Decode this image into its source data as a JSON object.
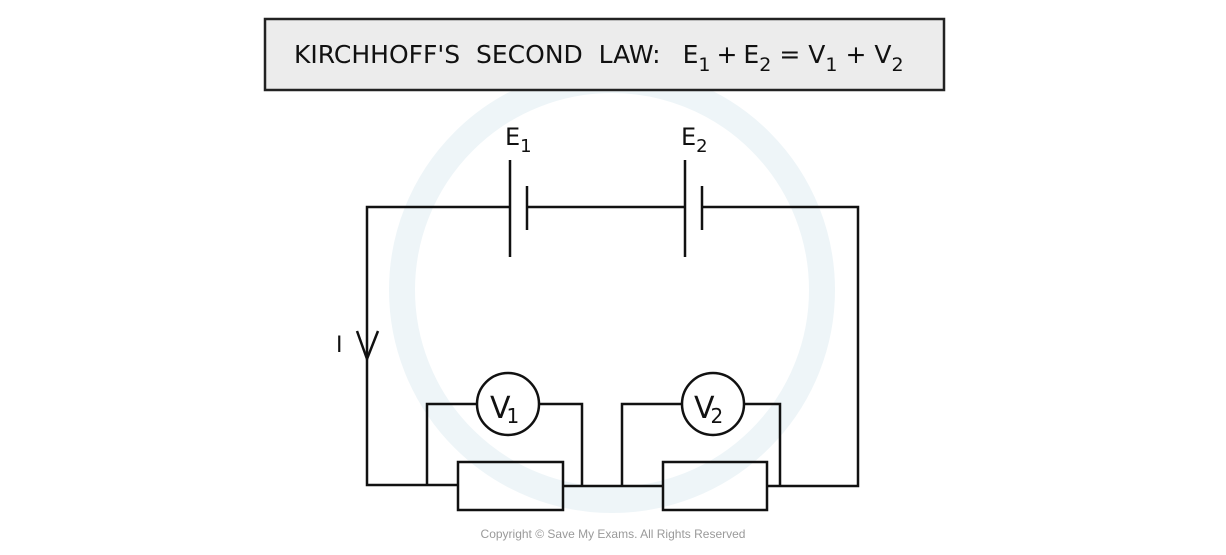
{
  "title": {
    "prefix": "KIRCHHOFF'S  SECOND  LAW:",
    "e": "E",
    "v": "V",
    "plus": "+",
    "equals": "=",
    "sub1": "1",
    "sub2": "2"
  },
  "labels": {
    "cell1": {
      "main": "E",
      "sub": "1"
    },
    "cell2": {
      "main": "E",
      "sub": "2"
    },
    "current": "I",
    "voltmeter1": {
      "main": "V",
      "sub": "1"
    },
    "voltmeter2": {
      "main": "V",
      "sub": "2"
    }
  },
  "copyright": "Copyright © Save My Exams. All Rights Reserved",
  "colors": {
    "line": "#111111",
    "title_bg": "#ececec",
    "watermark": "#9a9a9a"
  }
}
